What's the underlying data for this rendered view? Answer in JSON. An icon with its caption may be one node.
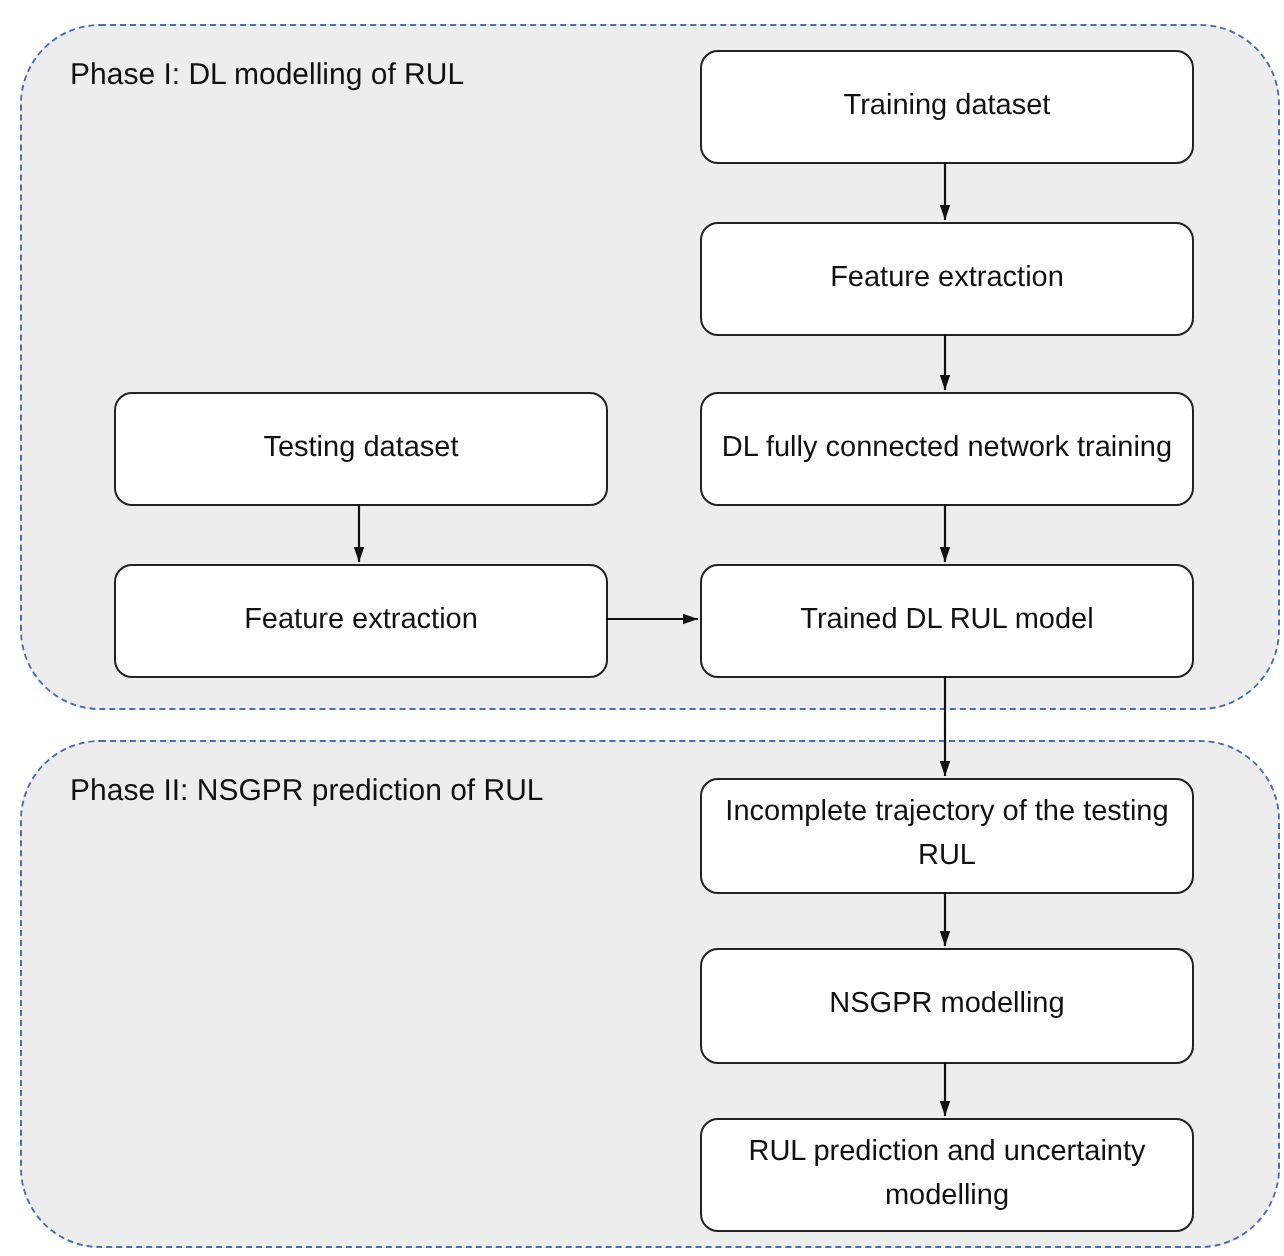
{
  "diagram": {
    "nodes": [
      {
        "text": [
          "Phase I: DL modelling of RUL"
        ]
      },
      {
        "text": [
          "Training dataset"
        ],
        "in": 0
      },
      {
        "text": [
          "Feature extraction"
        ],
        "in": 0
      },
      {
        "text": [
          "Testing dataset"
        ],
        "in": 0
      },
      {
        "text": [
          "DL fully connected network training"
        ],
        "in": 0
      },
      {
        "text": [
          "Feature extraction"
        ],
        "in": 0
      },
      {
        "text": [
          "Trained DL RUL model"
        ],
        "in": 0
      },
      {
        "text": [
          "Phase II: NSGPR prediction of RUL"
        ]
      },
      {
        "text": [
          "Incomplete trajectory of the testing RUL"
        ],
        "in": 7
      },
      {
        "text": [
          "NSGPR modelling"
        ],
        "in": 7
      },
      {
        "text": [
          "RUL prediction and uncertainty modelling"
        ],
        "in": 7
      }
    ],
    "edges": [
      {
        "from": 1,
        "to": 2,
        "arrow": "to"
      },
      {
        "from": 2,
        "to": 4,
        "arrow": "to"
      },
      {
        "from": 4,
        "to": 6,
        "arrow": "to"
      },
      {
        "from": 3,
        "to": 5,
        "arrow": "to"
      },
      {
        "from": 5,
        "to": 6,
        "arrow": "to"
      },
      {
        "from": 6,
        "to": 8,
        "arrow": "to"
      },
      {
        "from": 8,
        "to": 9,
        "arrow": "to"
      },
      {
        "from": 9,
        "to": 10,
        "arrow": "to"
      }
    ]
  }
}
